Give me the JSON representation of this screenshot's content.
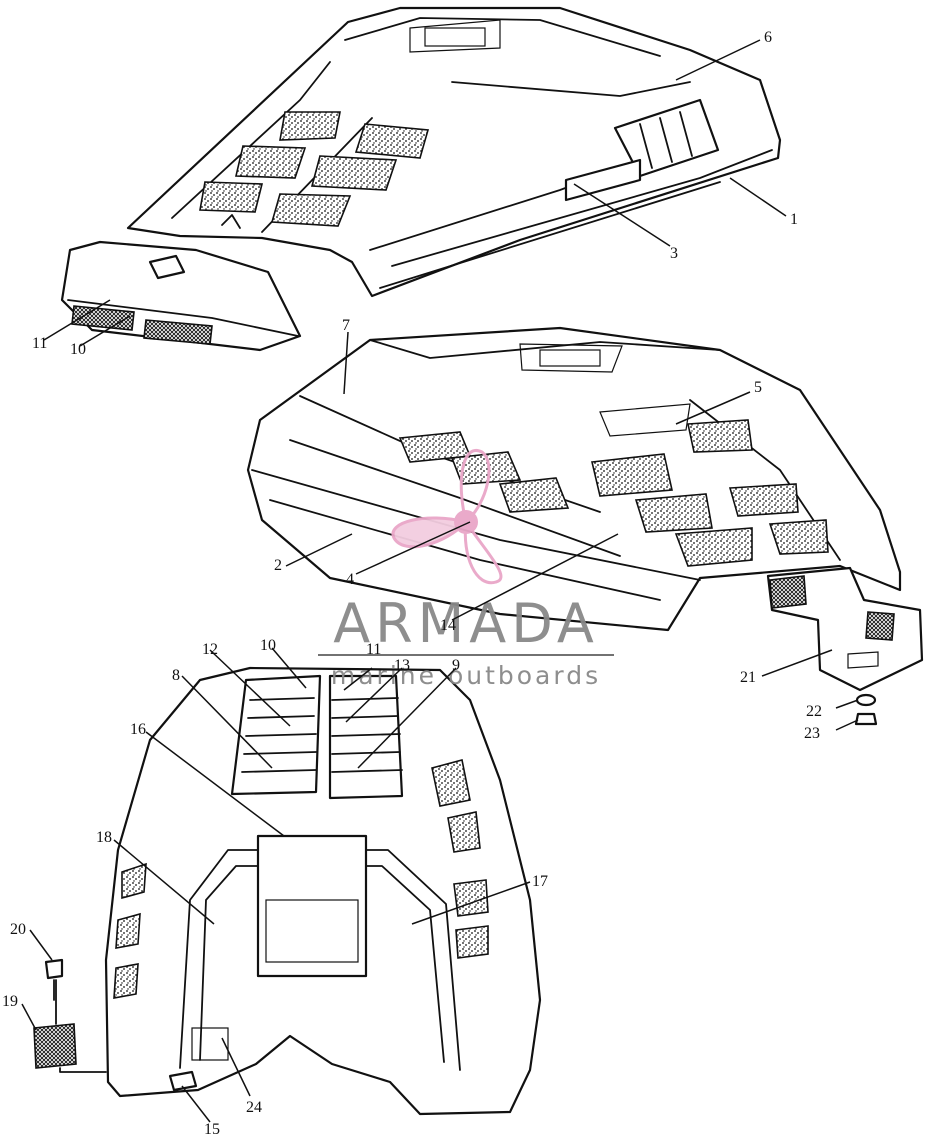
{
  "callouts": {
    "c1": "1",
    "c2": "2",
    "c3": "3",
    "c4": "4",
    "c5": "5",
    "c6": "6",
    "c7": "7",
    "c8": "8",
    "c9": "9",
    "c10a": "10",
    "c10b": "10",
    "c11a": "11",
    "c11b": "11",
    "c12": "12",
    "c13": "13",
    "c14": "14",
    "c15": "15",
    "c16": "16",
    "c17": "17",
    "c18": "18",
    "c19": "19",
    "c20": "20",
    "c21": "21",
    "c22": "22",
    "c23": "23",
    "c24": "24"
  },
  "watermark": {
    "brand": "ARMADA",
    "tagline": "marine outboards",
    "logo_color": "#e9a6c8",
    "text_color": "#888888"
  }
}
